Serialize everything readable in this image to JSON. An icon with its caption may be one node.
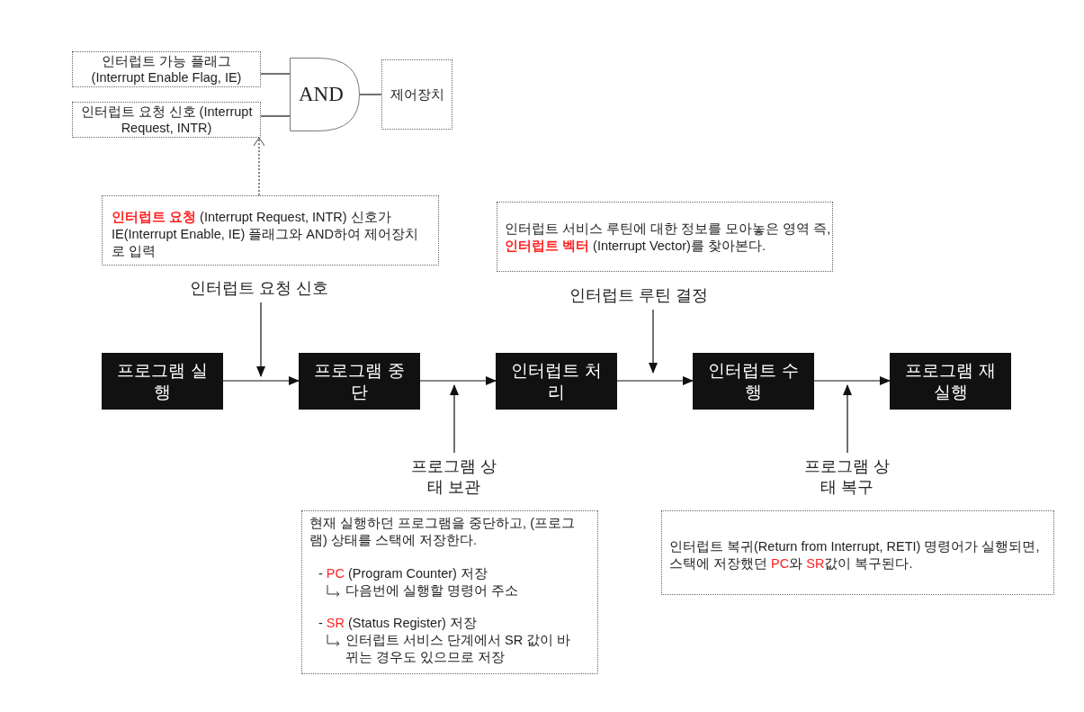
{
  "diagram": {
    "nodes": [
      {
        "text": [
          "인터럽트 가능 플래그 (Interrupt Enable Flag, IE)"
        ]
      },
      {
        "text": [
          "인터럽트 요청 신호 (Interrupt Request, INTR)"
        ]
      },
      {
        "text": [
          "AND"
        ]
      },
      {
        "text": [
          "제어장치"
        ]
      },
      {
        "text": [
          "**인터럽트 요청** (Interrupt Request, INTR) 신호가 IE(Interrupt Enable, IE) 플래그와 AND하여 제어장치로 입력"
        ]
      },
      {
        "text": [
          "인터럽트 요청 신호"
        ]
      },
      {
        "text": [
          "인터럽트 서비스 루틴에 대한 정보를 모아놓은 영역 즉, **인터럽트 벡터** (Interrupt Vector)를 찾아본다."
        ]
      },
      {
        "text": [
          "인터럽트 루틴 결정"
        ]
      },
      {
        "text": [
          "프로그램 실행"
        ]
      },
      {
        "text": [
          "프로그램 중단"
        ]
      },
      {
        "text": [
          "인터럽트 처리"
        ]
      },
      {
        "text": [
          "인터럽트 수행"
        ]
      },
      {
        "text": [
          "프로그램 재실행"
        ]
      },
      {
        "text": [
          "프로그램 상태 보관"
        ]
      },
      {
        "text": [
          "프로그램 상태 복구"
        ]
      },
      {
        "text": [
          "현재 실행하던 프로그램을 중단하고, (프로그램) 상태를 스택에 저장한다.",
          "- **PC** (Program Counter) 저장",
          "다음번에 실행할 명령어 주소",
          "- **SR** (Status Register) 저장",
          "인터럽트 서비스 단계에서 SR 값이 바뀌는 경우도 있으므로 저장"
        ]
      },
      {
        "text": [
          "인터럽트 복귀(Return from Interrupt, RETI) 명령어가 실행되면, 스택에 저장했던 **PC**와 **SR**값이 복구된다."
        ]
      }
    ],
    "edges": [
      {
        "from": 0,
        "to": 2,
        "arrow": "none"
      },
      {
        "from": 1,
        "to": 2,
        "arrow": "none"
      },
      {
        "from": 2,
        "to": 3,
        "arrow": "none"
      },
      {
        "from": 4,
        "to": 1,
        "arrow": "to",
        "style": "dashed"
      },
      {
        "from": 5,
        "to": null,
        "arrow": "to"
      },
      {
        "from": 7,
        "to": null,
        "arrow": "to"
      },
      {
        "from": 8,
        "to": 9,
        "arrow": "to"
      },
      {
        "from": 9,
        "to": 10,
        "arrow": "to"
      },
      {
        "from": 10,
        "to": 11,
        "arrow": "to"
      },
      {
        "from": 11,
        "to": 12,
        "arrow": "to"
      },
      {
        "from": 13,
        "to": null,
        "arrow": "to"
      },
      {
        "from": 14,
        "to": null,
        "arrow": "to"
      }
    ]
  }
}
